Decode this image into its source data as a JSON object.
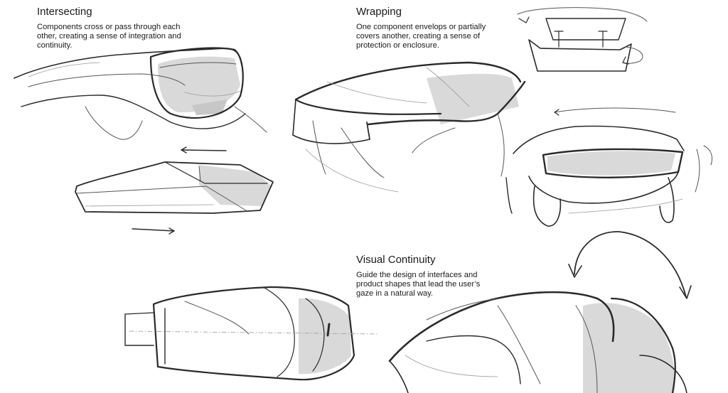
{
  "sections": {
    "intersecting": {
      "title": "Intersecting",
      "description": "Components cross or pass through each other, creating a sense of integration and continuity."
    },
    "wrapping": {
      "title": "Wrapping",
      "description": "One component envelops or partially covers another, creating a sense of protection or enclosure."
    },
    "visual_continuity": {
      "title": "Visual Continuity",
      "description": "Guide the design of interfaces and product shapes that lead the user’s gaze in a natural way."
    }
  }
}
